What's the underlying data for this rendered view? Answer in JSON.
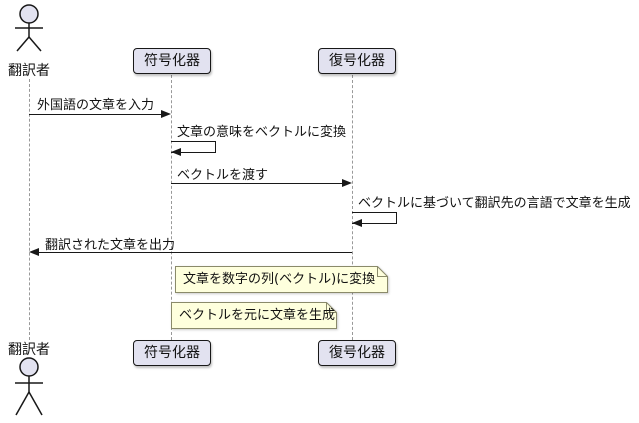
{
  "diagram_type": "sequence",
  "actor": {
    "label": "翻訳者"
  },
  "participants": [
    {
      "label": "符号化器"
    },
    {
      "label": "復号化器"
    }
  ],
  "messages": [
    {
      "from": "翻訳者",
      "to": "符号化器",
      "type": "solid-arrow",
      "label": "外国語の文章を入力"
    },
    {
      "from": "符号化器",
      "to": "符号化器",
      "type": "self-arrow",
      "label": "文章の意味をベクトルに変換"
    },
    {
      "from": "符号化器",
      "to": "復号化器",
      "type": "solid-arrow",
      "label": "ベクトルを渡す"
    },
    {
      "from": "復号化器",
      "to": "復号化器",
      "type": "self-arrow",
      "label": "ベクトルに基づいて翻訳先の言語で文章を生成"
    },
    {
      "from": "復号化器",
      "to": "翻訳者",
      "type": "solid-arrow",
      "label": "翻訳された文章を出力"
    }
  ],
  "notes": [
    {
      "anchor": "符号化器",
      "text": "文章を数字の列(ベクトル)に変換"
    },
    {
      "anchor": "復号化器",
      "text": "ベクトルを元に文章を生成"
    }
  ],
  "colors": {
    "border": "#181818",
    "participant_fill": "#E2E2F0",
    "lifeline": "#999999",
    "note_fill": "#FEFFDD",
    "note_border": "#8a8a6a",
    "text": "#111111"
  }
}
